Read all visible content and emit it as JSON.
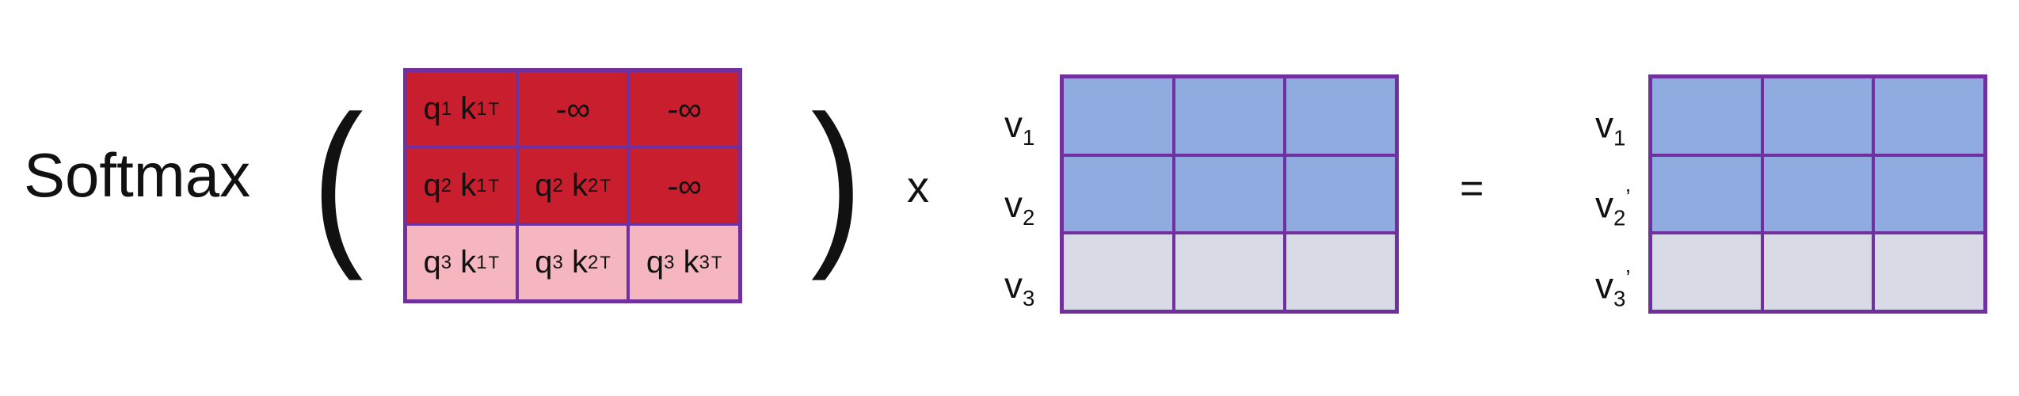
{
  "softmax_label": "Softmax",
  "open_paren": "(",
  "close_paren": ")",
  "times_sign": "x",
  "equals_sign": "=",
  "attention_matrix": {
    "cells": [
      [
        {
          "q": "q",
          "qi": "1",
          "k": "k",
          "ki": "1",
          "t": "T",
          "masked": true
        },
        {
          "text": "-∞",
          "masked": true
        },
        {
          "text": "-∞",
          "masked": true
        }
      ],
      [
        {
          "q": "q",
          "qi": "2",
          "k": "k",
          "ki": "1",
          "t": "T",
          "masked": true
        },
        {
          "q": "q",
          "qi": "2",
          "k": "k",
          "ki": "2",
          "t": "T",
          "masked": true
        },
        {
          "text": "-∞",
          "masked": true
        }
      ],
      [
        {
          "q": "q",
          "qi": "3",
          "k": "k",
          "ki": "1",
          "t": "T",
          "masked": false
        },
        {
          "q": "q",
          "qi": "3",
          "k": "k",
          "ki": "2",
          "t": "T",
          "masked": false
        },
        {
          "q": "q",
          "qi": "3",
          "k": "k",
          "ki": "3",
          "t": "T",
          "masked": false
        }
      ]
    ]
  },
  "value_matrix_left": {
    "rows": [
      {
        "label": "v",
        "index": "1",
        "prime": "",
        "highlighted": true
      },
      {
        "label": "v",
        "index": "2",
        "prime": "",
        "highlighted": true
      },
      {
        "label": "v",
        "index": "3",
        "prime": "",
        "highlighted": false
      }
    ]
  },
  "value_matrix_right": {
    "rows": [
      {
        "label": "v",
        "index": "1",
        "prime": "",
        "highlighted": true
      },
      {
        "label": "v",
        "index": "2",
        "prime": "’",
        "highlighted": true
      },
      {
        "label": "v",
        "index": "3",
        "prime": "’",
        "highlighted": false
      }
    ]
  },
  "colors": {
    "masked_cell": "#c81e2e",
    "unmasked_cell": "#f6b6c0",
    "value_highlighted": "#8fabe0",
    "value_plain": "#d8dbe5",
    "border": "#7030a0"
  }
}
